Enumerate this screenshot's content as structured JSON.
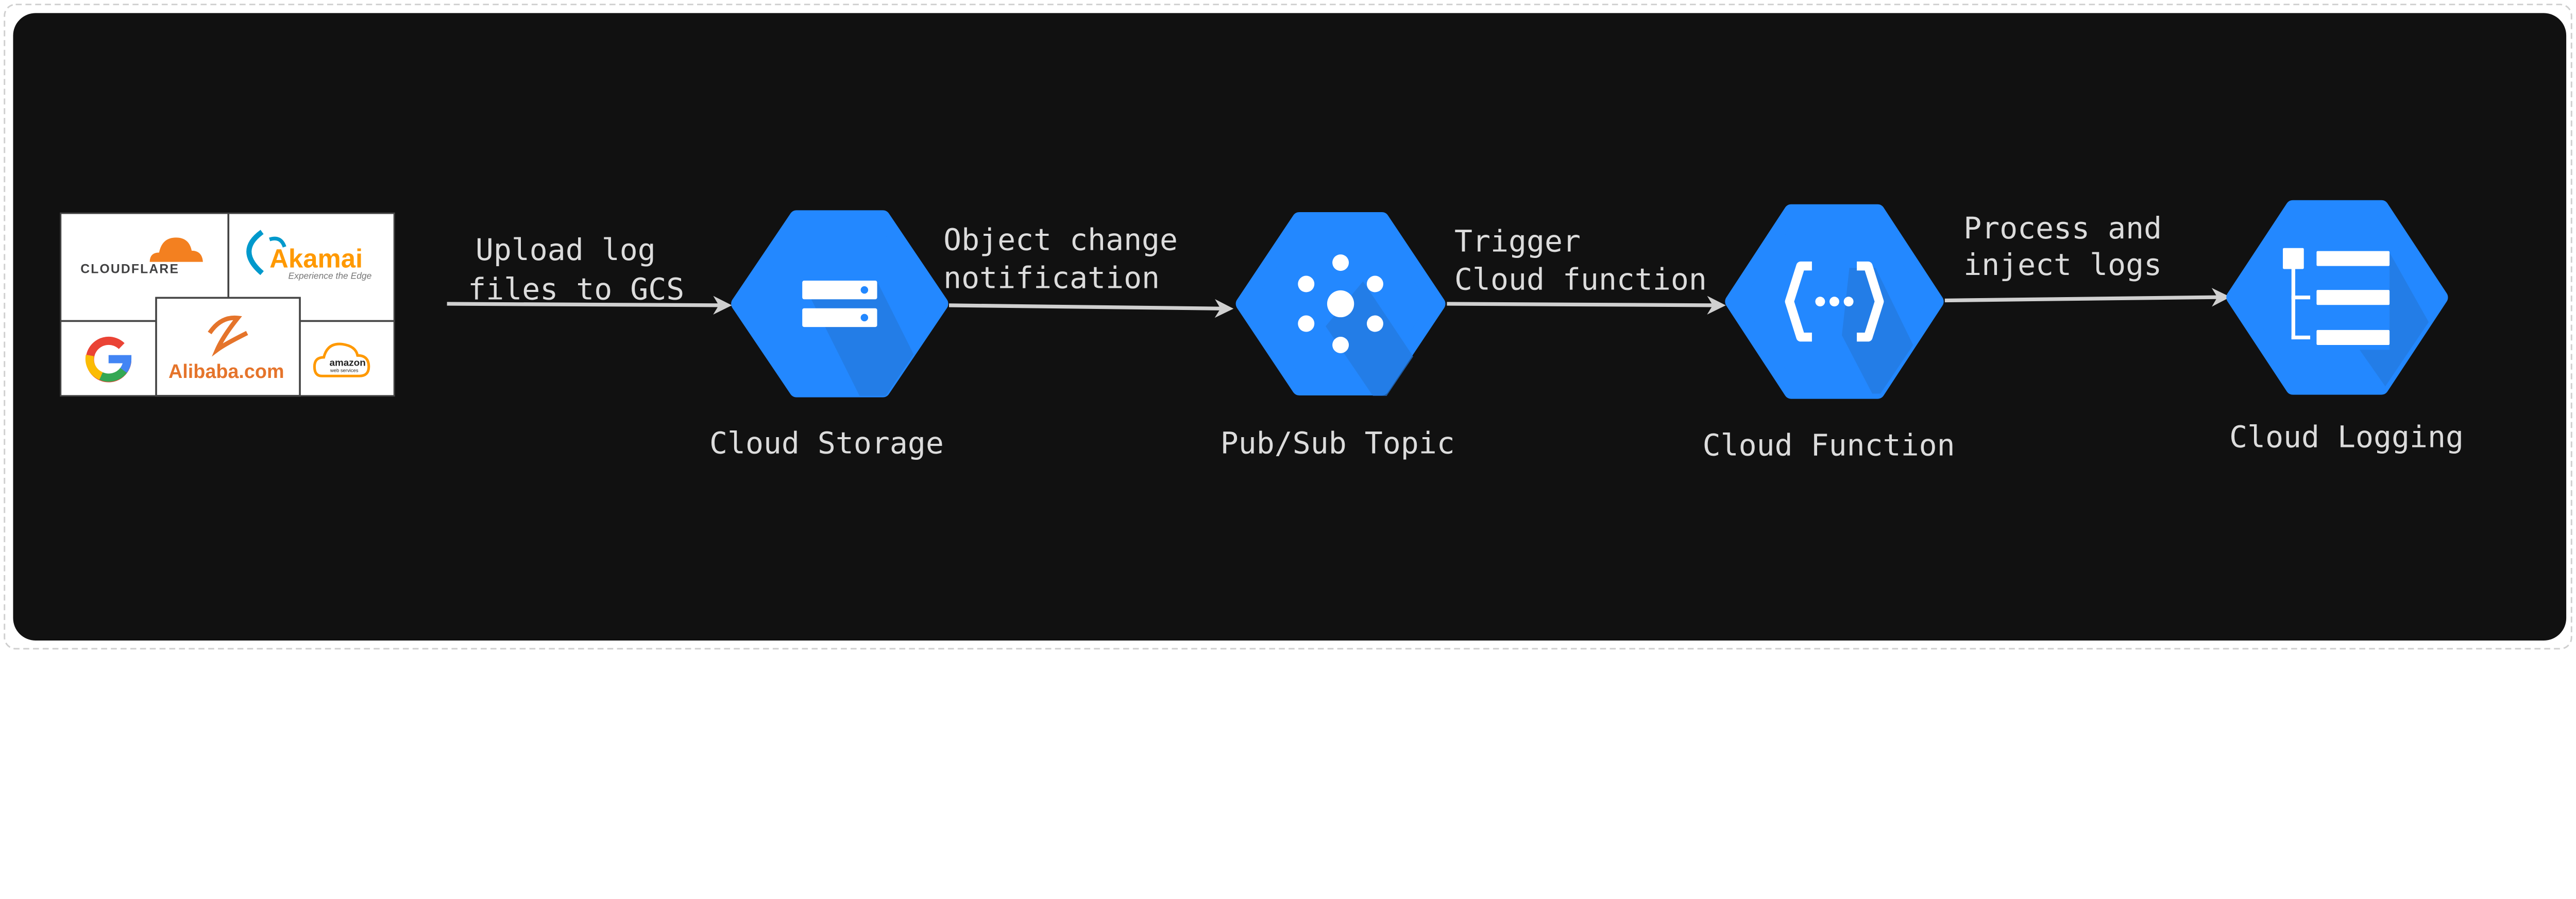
{
  "colors": {
    "background": "#111111",
    "hexagon": "#2388FF",
    "hexagon_shadow": "#2479DD",
    "text": "#DCDCDC",
    "arrow": "#D0D0D0"
  },
  "sources": {
    "logos": [
      "CLOUDFLARE",
      "Akamai",
      "Experience the Edge",
      "Google",
      "Alibaba.com",
      "amazon",
      "web services"
    ]
  },
  "nodes": [
    {
      "label": "Cloud Storage",
      "icon": "storage-icon"
    },
    {
      "label": "Pub/Sub Topic",
      "icon": "pubsub-icon"
    },
    {
      "label": "Cloud Function",
      "icon": "function-icon"
    },
    {
      "label": "Cloud Logging",
      "icon": "logging-icon"
    }
  ],
  "edges": [
    {
      "lines": [
        "Upload log",
        "files to GCS"
      ]
    },
    {
      "lines": [
        "Object change",
        "notification"
      ]
    },
    {
      "lines": [
        "Trigger",
        "Cloud function"
      ]
    },
    {
      "lines": [
        "Process and",
        "inject logs"
      ]
    }
  ]
}
